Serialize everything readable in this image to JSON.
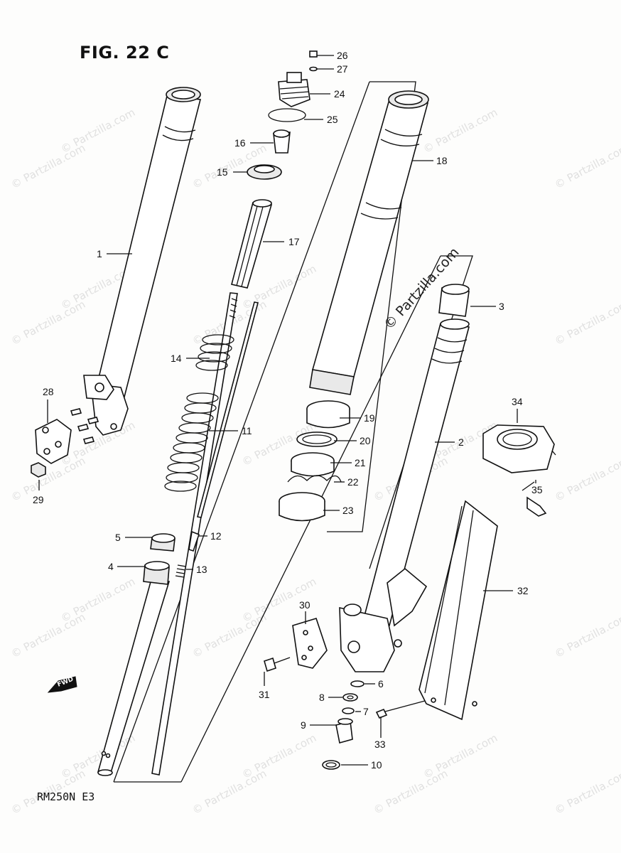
{
  "title": "FIG. 22 C",
  "model": "RM250N  E3",
  "watermark_text": "© Partzilla.com",
  "fwd_label": "FWD",
  "footer_text": "",
  "parts": {
    "p1": "1",
    "p2": "2",
    "p3": "3",
    "p4": "4",
    "p5": "5",
    "p6": "6",
    "p7": "7",
    "p8": "8",
    "p9": "9",
    "p10": "10",
    "p11": "11",
    "p12": "12",
    "p13": "13",
    "p14": "14",
    "p15": "15",
    "p16": "16",
    "p17": "17",
    "p18": "18",
    "p19": "19",
    "p20": "20",
    "p21": "21",
    "p22": "22",
    "p23": "23",
    "p24": "24",
    "p25": "25",
    "p26": "26",
    "p27": "27",
    "p28": "28",
    "p29": "29",
    "p30": "30",
    "p31": "31",
    "p32": "32",
    "p33": "33",
    "p34": "34",
    "p35": "35"
  }
}
